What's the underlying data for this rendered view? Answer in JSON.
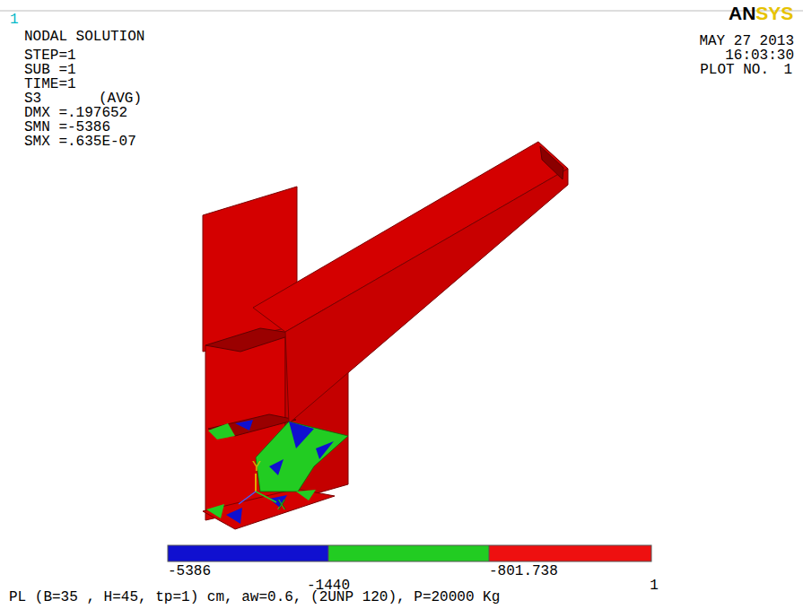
{
  "diagram": {
    "caption": "PL (B=35 , H=45, tp=1) cm, aw=0.6, (2UNP 120), P=20000 Kg",
    "labels": [
      "1",
      "NODAL SOLUTION",
      "STEP=1",
      "SUB =1",
      "TIME=1",
      "S3",
      "(AVG)",
      "DMX =.197652",
      "SMN =-5386",
      "SMX =.635E-07",
      "AN",
      "SYS",
      "MAY 27 2013",
      "16:03:30",
      "PLOT NO.",
      "1",
      "Y",
      "X",
      "-5386",
      "-1440",
      "-801.738",
      "1"
    ]
  }
}
